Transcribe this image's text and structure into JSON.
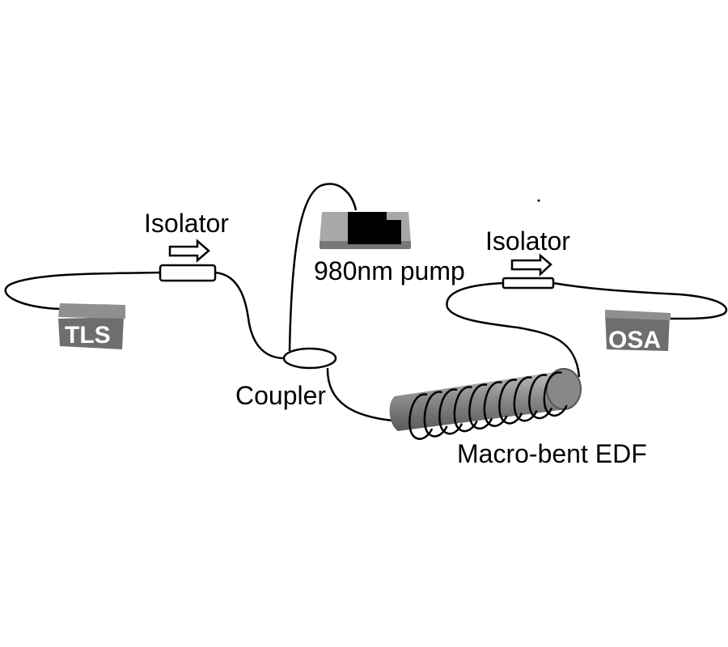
{
  "diagram": {
    "labels": {
      "isolator_1": "Isolator",
      "isolator_2": "Isolator",
      "pump": "980nm pump",
      "coupler": "Coupler",
      "edf": "Macro-bent EDF"
    },
    "devices": {
      "source": "TLS",
      "analyzer": "OSA"
    },
    "colors": {
      "device_body": "#6e6e6e",
      "device_top": "#8f8f8f",
      "pump_platform": "#a8a8a8",
      "pump_chip": "#000000",
      "edf_cylinder": "#8a8a8a"
    }
  }
}
